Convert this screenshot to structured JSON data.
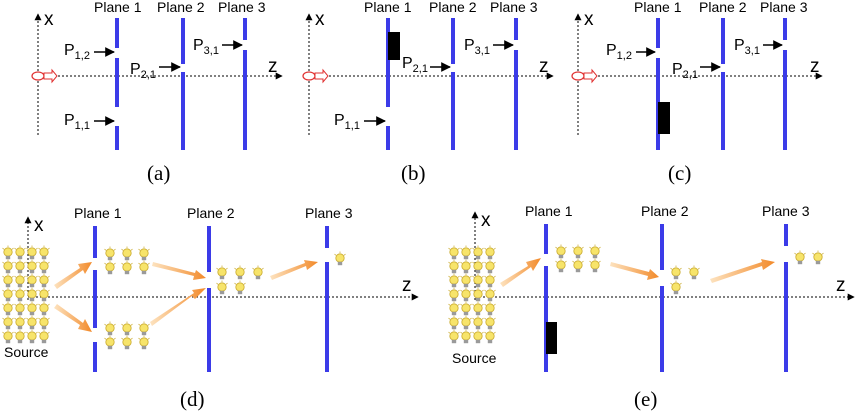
{
  "colors": {
    "plane": "#3b3be8",
    "blocker": "#000000",
    "arrow_orange": "#f59a3c",
    "bulb_yellow": "#f7e46a",
    "source_red": "#e03030"
  },
  "panels": {
    "a": {
      "caption": "(a)",
      "axis_x": "x",
      "axis_z": "z",
      "plane_labels": [
        "Plane 1",
        "Plane 2",
        "Plane 3"
      ],
      "pinholes": [
        {
          "main": "P",
          "sub": "1,2"
        },
        {
          "main": "P",
          "sub": "2,1"
        },
        {
          "main": "P",
          "sub": "3,1"
        },
        {
          "main": "P",
          "sub": "1,1"
        }
      ]
    },
    "b": {
      "caption": "(b)",
      "axis_x": "x",
      "axis_z": "z",
      "plane_labels": [
        "Plane 1",
        "Plane 2",
        "Plane 3"
      ],
      "pinholes": [
        {
          "main": "P",
          "sub": "2,1"
        },
        {
          "main": "P",
          "sub": "3,1"
        },
        {
          "main": "P",
          "sub": "1,1"
        }
      ]
    },
    "c": {
      "caption": "(c)",
      "axis_x": "x",
      "axis_z": "z",
      "plane_labels": [
        "Plane 1",
        "Plane 2",
        "Plane 3"
      ],
      "pinholes": [
        {
          "main": "P",
          "sub": "1,2"
        },
        {
          "main": "P",
          "sub": "2,1"
        },
        {
          "main": "P",
          "sub": "3,1"
        }
      ]
    },
    "d": {
      "caption": "(d)",
      "axis_x": "x",
      "axis_z": "z",
      "plane_labels": [
        "Plane 1",
        "Plane 2",
        "Plane 3"
      ],
      "source_label": "Source"
    },
    "e": {
      "caption": "(e)",
      "axis_x": "x",
      "axis_z": "z",
      "plane_labels": [
        "Plane 1",
        "Plane 2",
        "Plane 3"
      ],
      "source_label": "Source"
    }
  }
}
